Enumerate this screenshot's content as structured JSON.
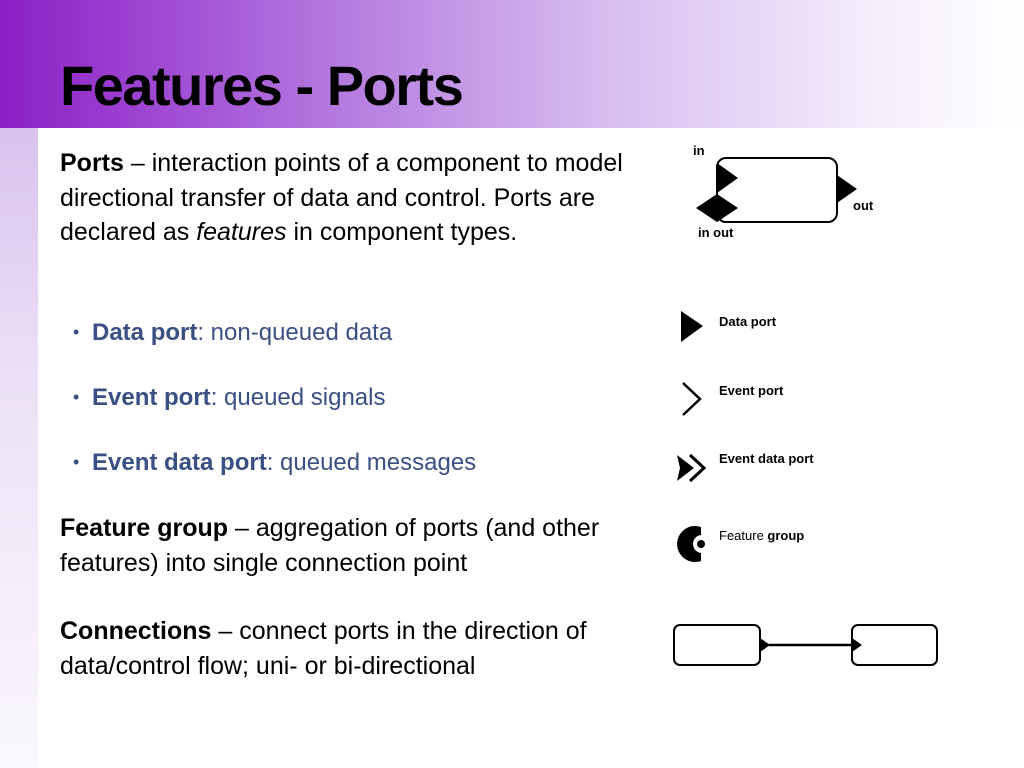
{
  "title": "Features - Ports",
  "ports_para": {
    "term": "Ports",
    "text1": " – interaction points of a component to model directional transfer of data and control. Ports are declared as ",
    "emph": "features",
    "text2": " in component types."
  },
  "bullets": [
    {
      "term": "Data port",
      "desc": ": non-queued data"
    },
    {
      "term": "Event port",
      "desc": ": queued signals"
    },
    {
      "term": "Event data port",
      "desc": ": queued messages"
    }
  ],
  "feature_group_para": {
    "term": "Feature group",
    "text": " – aggregation of ports (and other features) into single connection point"
  },
  "connections_para": {
    "term": "Connections",
    "text": " – connect ports in the direction of data/control flow; uni- or bi-directional"
  },
  "diagram": {
    "in_label": "in",
    "out_label": "out",
    "inout_label": "in out"
  },
  "legend": {
    "data_port": "Data port",
    "event_port": "Event port",
    "event_data_port": "Event data port",
    "feature_group_prefix": "Feature ",
    "feature_group_bold": "group"
  },
  "colors": {
    "header_gradient_start": "#8a1fc4",
    "bullet_text": "#3a4f82"
  }
}
